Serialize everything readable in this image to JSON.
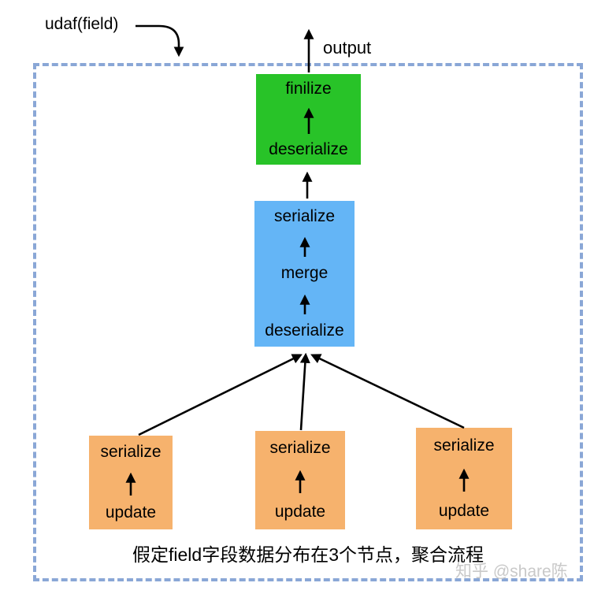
{
  "annotations": {
    "udaf_label": "udaf(field)",
    "output_label": "output",
    "caption": "假定field字段数据分布在3个节点，聚合流程",
    "watermark": "知乎 @share陈"
  },
  "colors": {
    "final_node": "#28c328",
    "merge_node": "#64b5f6",
    "worker_node": "#f6b26d",
    "dashed_border": "#8aa7d6",
    "arrow": "#000000",
    "watermark_text": "#c9c9c9",
    "background": "#ffffff"
  },
  "nodes": {
    "final": {
      "top_label": "finilize",
      "bottom_label": "deserialize"
    },
    "merge": {
      "top_label": "serialize",
      "middle_label": "merge",
      "bottom_label": "deserialize"
    },
    "workers": [
      {
        "top_label": "serialize",
        "bottom_label": "update"
      },
      {
        "top_label": "serialize",
        "bottom_label": "update"
      },
      {
        "top_label": "serialize",
        "bottom_label": "update"
      }
    ]
  }
}
